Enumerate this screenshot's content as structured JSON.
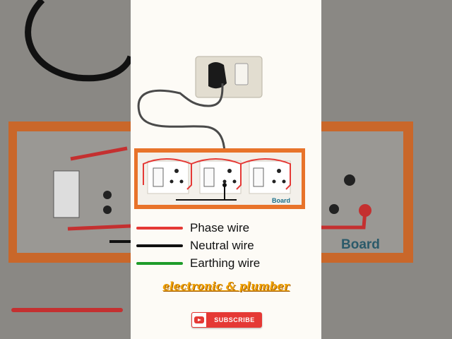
{
  "legend": {
    "items": [
      {
        "label": "Phase wire",
        "color": "#e53935"
      },
      {
        "label": "Neutral wire",
        "color": "#111111"
      },
      {
        "label": "Earthing wire",
        "color": "#1e9c2a"
      }
    ]
  },
  "board": {
    "label": "Board",
    "socket_count": 3
  },
  "brand": {
    "text": "electronic & plumber"
  },
  "subscribe": {
    "label": "SUBSCRIBE"
  },
  "colors": {
    "board_frame": "#e8732a",
    "phase": "#e53935",
    "neutral": "#111111",
    "earth": "#1e9c2a",
    "brand": "#f1a200",
    "icon": "youtube-icon"
  }
}
